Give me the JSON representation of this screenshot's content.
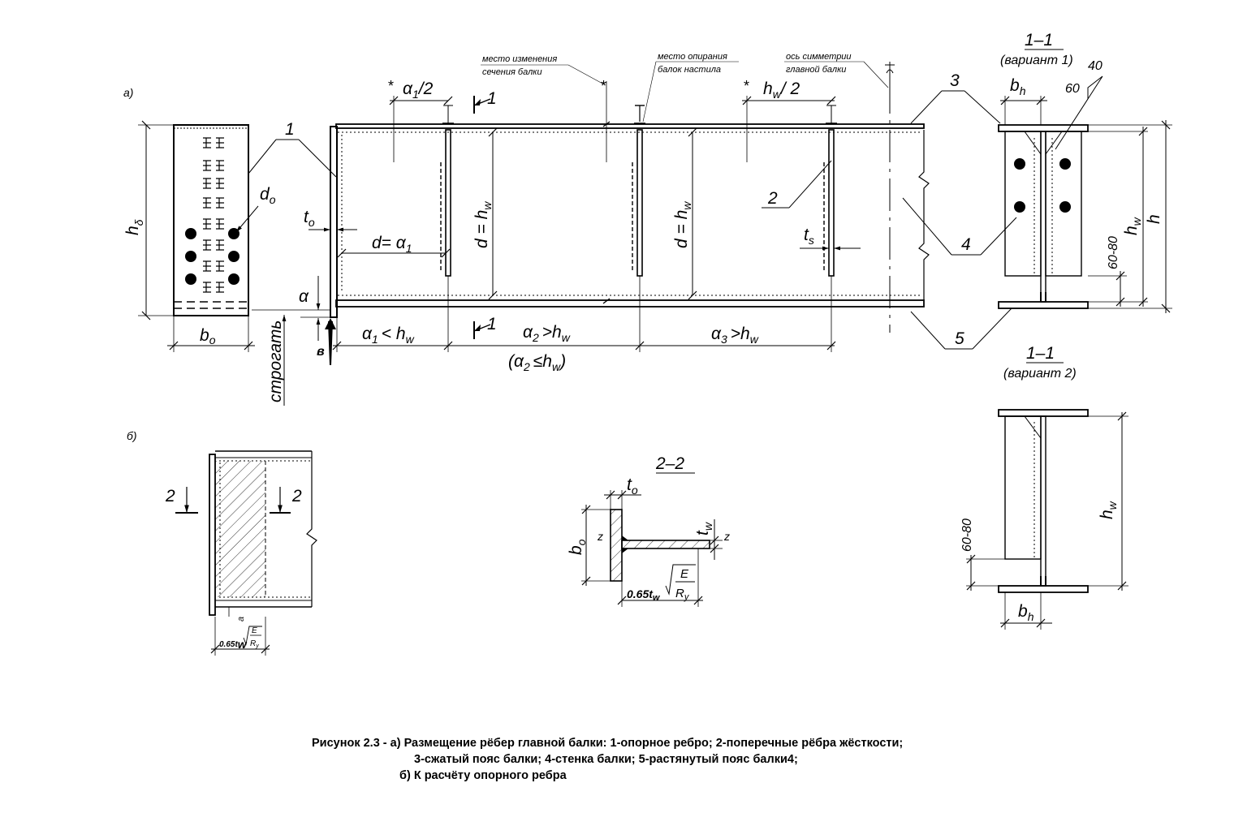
{
  "part_a": {
    "label": "а)",
    "callouts": {
      "change_section": [
        "место изменения",
        "сечения балки"
      ],
      "support_point": [
        "место опирания",
        "балок настила"
      ],
      "symmetry_axis": [
        "ось симметрии",
        "главной балки"
      ]
    },
    "dims": {
      "a1_half": "α",
      "a1_half_tail": "/2",
      "hw_half": "h",
      "hw_half_tail": "/ 2",
      "d_a1": "d= α",
      "d_hw": "d = h",
      "a1_lt_hw": "α",
      "a1_lt_hw_tail": "< h",
      "a2_gt_hw": "α",
      "a2_gt_hw_tail": ">h",
      "a3_gt_hw": "α",
      "a3_gt_hw_tail": ">h",
      "a2_le_hw": "(α",
      "a2_le_hw_mid": "≤h",
      "a2_le_hw_close": ")",
      "alpha": "α",
      "v": "в",
      "planing": "строгать",
      "h_delta": "h",
      "b_o": "b",
      "d_o": "d",
      "t_o": "t",
      "t_s": "t",
      "sub_1": "1",
      "sub_2": "2",
      "sub_3": "3",
      "sub_w": "w",
      "sub_o": "o",
      "sub_s": "s",
      "sub_delta": "δ",
      "star": "*"
    },
    "callout_numbers": [
      "1",
      "2",
      "3",
      "4",
      "5"
    ],
    "section_mark": "1"
  },
  "section_1_1_v1": {
    "title": "1–1",
    "subtitle": "(вариант  1)",
    "b_h": "b",
    "sub_h": "h",
    "h": "h",
    "h_w": "h",
    "range": "60-80",
    "weld_40": "40",
    "weld_60": "60"
  },
  "section_1_1_v2": {
    "title": "1–1",
    "subtitle": "(вариант 2)",
    "h_w": "h",
    "range": "60-80",
    "b_h": "b"
  },
  "part_b": {
    "label": "б)",
    "mark": "2",
    "formula_coef": "0.65t",
    "formula_E": "E",
    "formula_R": "R",
    "formula_sub_y": "y",
    "a": "a"
  },
  "section_2_2": {
    "title": "2–2",
    "t_o": "t",
    "t_w": "t",
    "b_o": "b",
    "z": "z"
  },
  "caption": {
    "line1": "Рисунок 2.3 - а) Размещение рёбер главной балки: 1-опорное ребро; 2-поперечные рёбра жёсткости;",
    "line2": "3-сжатый пояс балки; 4-стенка балки; 5-растянутый пояс балки4;",
    "line3": "б) К расчёту опорного ребра"
  }
}
